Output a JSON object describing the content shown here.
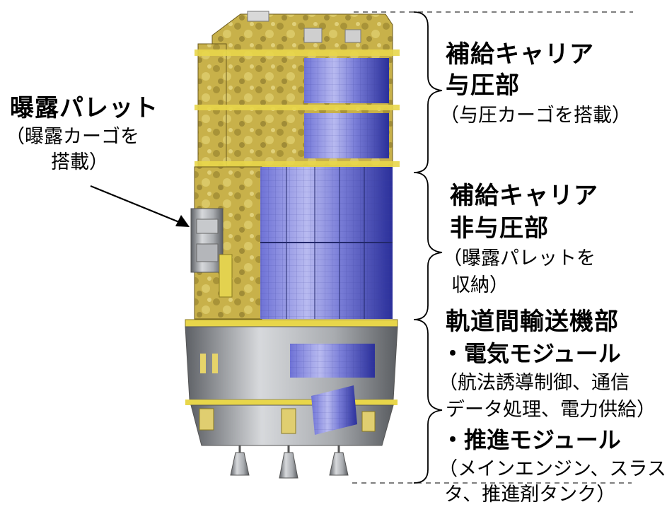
{
  "exposed_pallet": {
    "title": "曝露パレット",
    "note_line1": "（曝露カーゴを",
    "note_line2": "搭載）"
  },
  "pressurized": {
    "title_line1": "補給キャリア",
    "title_line2": "与圧部",
    "note": "（与圧カーゴを搭載）"
  },
  "unpressurized": {
    "title_line1": "補給キャリア",
    "title_line2": "非与圧部",
    "note_line1": "（曝露パレットを",
    "note_line2": "収納）"
  },
  "transfer": {
    "title": "軌道間輸送機部",
    "electric_title": "・電気モジュール",
    "electric_note_line1": "（航法誘導制御、通信",
    "electric_note_line2": "データ処理、電力供給）",
    "propulsion_title": "・推進モジュール",
    "propulsion_note_line1": "（メインエンジン、スラス",
    "propulsion_note_line2": "タ、推進剤タンク）"
  },
  "colors": {
    "gold_mli": "#c9b24a",
    "solar_panel": "#4a4fc0",
    "solar_panel_light": "#a9abe8",
    "structure_gray": "#8f9296"
  }
}
